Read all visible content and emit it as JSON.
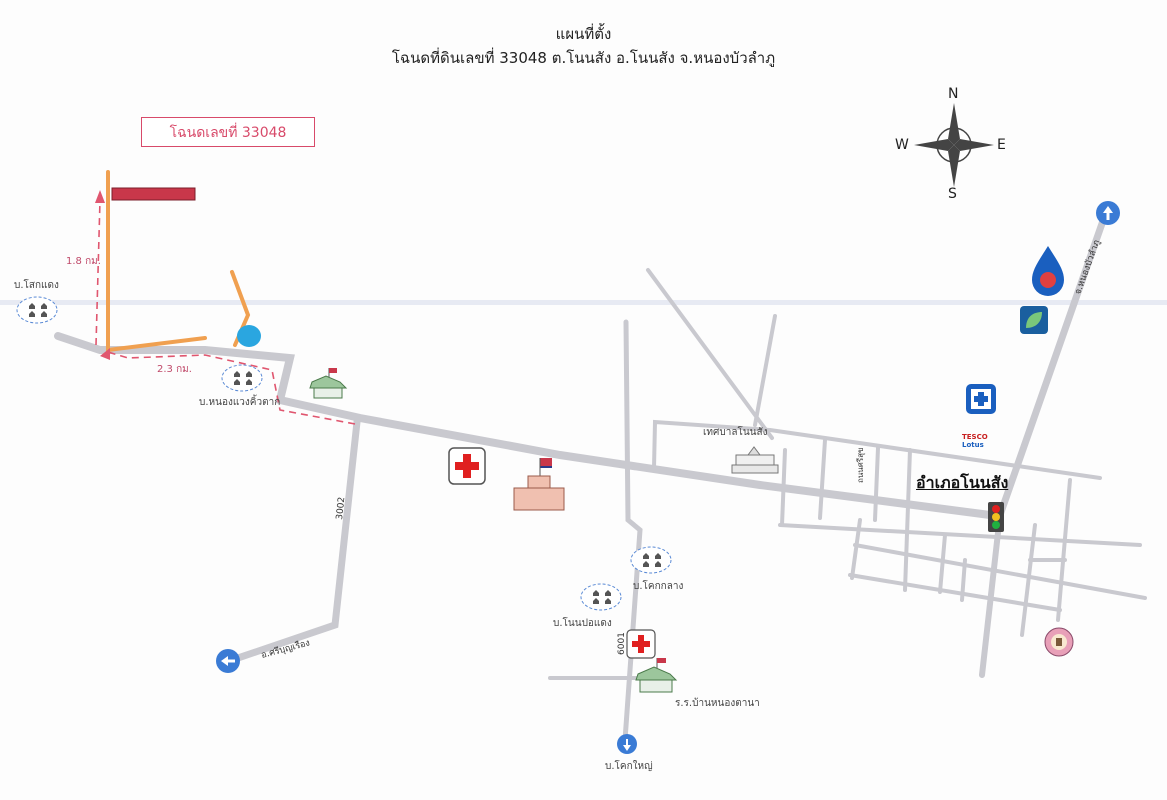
{
  "title": "แผนที่ตั้ง",
  "subtitle": "โฉนดที่ดินเลขที่ 33048 ต.โนนสัง อ.โนนสัง จ.หนองบัวลำภู",
  "deed_label": "โฉนดเลขที่ 33048",
  "compass": {
    "n": "N",
    "s": "S",
    "e": "E",
    "w": "W"
  },
  "distances": {
    "north_leg": "1.8 กม.",
    "west_leg": "2.3 กม."
  },
  "villages": {
    "khok_daeng": "บ.โสกแดง",
    "nong_waeng": "บ.หนองแวงคิ้วตาก",
    "khok_klang": "บ.โคกกลาง",
    "non_po_daeng": "บ.โนนปอแดง",
    "khok_yai": "บ.โคกใหญ่"
  },
  "places": {
    "municipality": "เทศบาลโนนสัง",
    "school": "ร.ร.บ้านหนองตานา",
    "district": "อำเภอโนนสัง",
    "tesco": "TESCO",
    "lotus": "Lotus",
    "side_street": "ถนนศรีสุข"
  },
  "roads": {
    "r3002": "3002",
    "r6001": "6001",
    "to_si_bun_rueang": "อ.ศรีบุญเรือง",
    "to_nong_bua": "จ.หนองบัวลำภู"
  },
  "colors": {
    "road": "#c9c9cf",
    "route": "#f0a050",
    "dashed": "#e0566f",
    "water": "#2aa6e0",
    "parcel": "#c9374a",
    "arrow": "#3a7bd5"
  }
}
